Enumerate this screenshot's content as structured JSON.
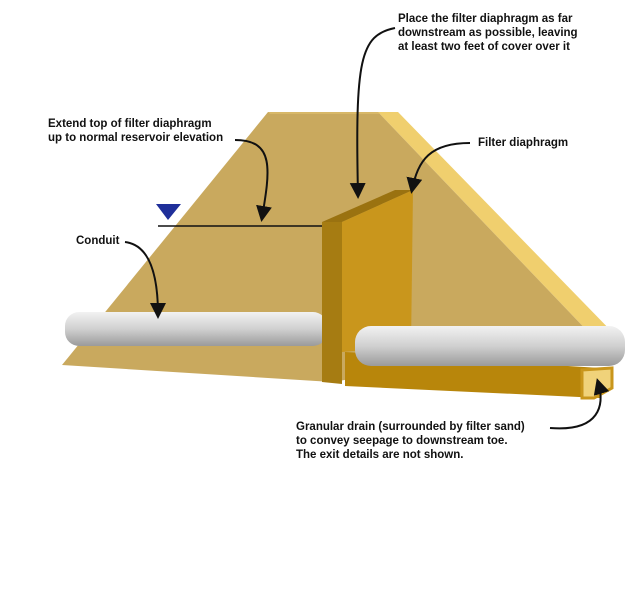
{
  "labels": {
    "top_note": "Place the filter diaphragm as far\ndownstream as possible, leaving\nat least two feet of cover over it",
    "extend_note": "Extend top of filter diaphragm\nup to normal reservoir elevation",
    "filter_diaphragm": "Filter diaphragm",
    "conduit": "Conduit",
    "drain_note": "Granular drain (surrounded by filter sand)\nto convey seepage to downstream toe.\nThe exit details are not shown."
  },
  "colors": {
    "embankment": "#c9a95e",
    "embankment_light": "#f0cf6e",
    "diaphragm_side": "#c9961c",
    "diaphragm_front": "#a67c12",
    "conduit": "#d4d4d4",
    "water_symbol": "#1f2f9a"
  }
}
